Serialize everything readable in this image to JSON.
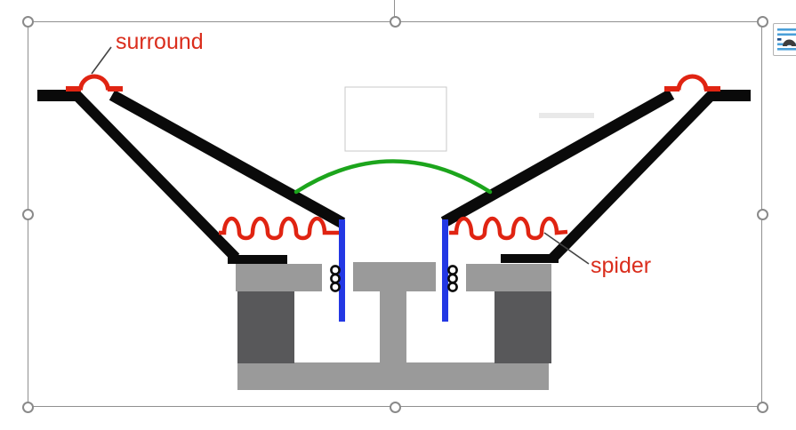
{
  "canvas": {
    "background": "#ffffff"
  },
  "selection": {
    "border_color": "#909090",
    "handle_color": "#8a8a8a",
    "handle_shape": "circle"
  },
  "layout_options": {
    "icon": "layout-options-icon",
    "border_color": "#b2b2b2",
    "line_color": "#4a9fd8",
    "accent_color": "#1d4e89",
    "arch_color": "#3d3d3d"
  },
  "diagram": {
    "labels": {
      "surround": "surround",
      "spider": "spider"
    },
    "colors": {
      "black": "#0a0a0a",
      "red": "#e02412",
      "green": "#1ca51c",
      "blue": "#2338e4",
      "gray_light": "#9a9a9a",
      "gray_dark": "#58585a",
      "leader": "#444444",
      "label_text": "#da2d1c",
      "cover_border": "#c9c9c9",
      "smudge": "#e9e9e9"
    }
  }
}
